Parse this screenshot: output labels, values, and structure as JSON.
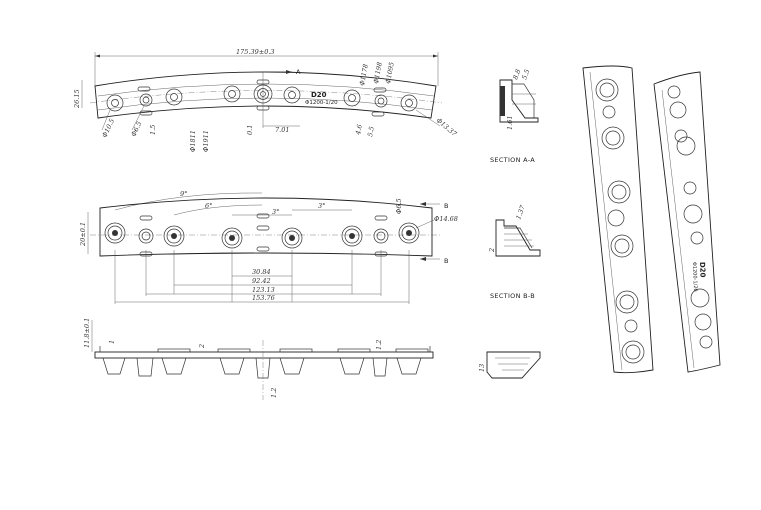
{
  "top_view": {
    "overall_length": "175.39±0.3",
    "height": "26.15",
    "label_A": "A",
    "dia_lens": "Φ10.5",
    "dia_small": "Φ6.5",
    "r_small": "1.5",
    "dia_1811": "Φ1811",
    "dia_1911": "Φ1911",
    "dim_701": "7.01",
    "dim_0": "0.1",
    "dia_1178": "Φ1178",
    "dia_1198": "Φ1198",
    "dia_1095": "Φ1095",
    "dia_end": "Φ13.37",
    "dim_46": "4.6",
    "dim_55": "5.5",
    "mark_d20": "D20",
    "mark_r": "Φ1200-1/20"
  },
  "mid_view": {
    "angle_9": "9°",
    "angle_6": "6°",
    "angle_3a": "3°",
    "angle_3b": "3°",
    "width": "20±0.1",
    "dia_65": "Φ6.5",
    "dia_1468": "Φ14.68",
    "label_B_top": "B",
    "label_B_bottom": "B",
    "d1": "30.84",
    "d2": "92.42",
    "d3": "123.13",
    "d4": "153.76"
  },
  "bottom_view": {
    "thickness": "11.8±0.1",
    "t1": "1",
    "t2": "2",
    "t3": "1.2",
    "t4": "1.2"
  },
  "section_a": {
    "title": "SECTION A-A",
    "d1": "8.8",
    "d2": "5.5",
    "d3": "1.61"
  },
  "section_b": {
    "title": "SECTION B-B",
    "d1": "1.37",
    "d2": "2"
  },
  "side_small": {
    "d1": "13"
  },
  "iso_back": {
    "mark_d20": "D20",
    "mark_r": "Φ1200-1/20"
  }
}
